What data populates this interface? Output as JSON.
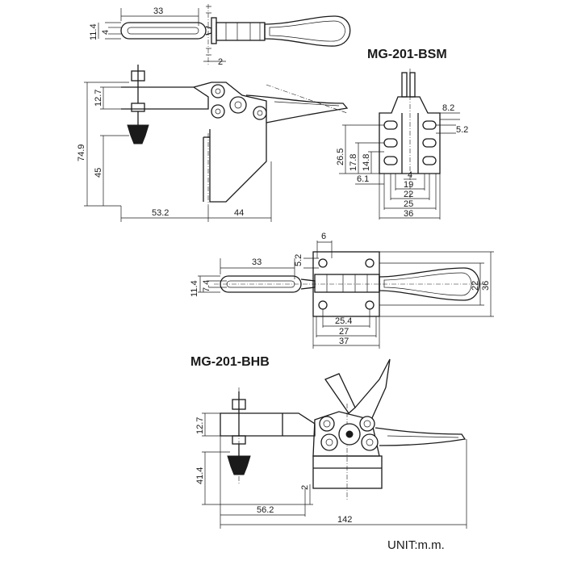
{
  "models": {
    "bsm": "MG-201-BSM",
    "bhb": "MG-201-BHB"
  },
  "unit": "UNIT:m.m.",
  "dims_bsm_top": {
    "d33": "33",
    "d11_4": "11.4",
    "d4": "4",
    "d2": "2"
  },
  "dims_bsm_side": {
    "d12_7": "12.7",
    "d74_9": "74.9",
    "d45": "45",
    "d53_2": "53.2",
    "d44": "44"
  },
  "dims_bsm_front": {
    "d8_2": "8.2",
    "d5_2": "5.2",
    "d26_5": "26.5",
    "d17_8": "17.8",
    "d14_8": "14.8",
    "d6_1": "6.1",
    "d4": "4",
    "d19": "19",
    "d22": "22",
    "d25": "25",
    "d36": "36"
  },
  "dims_bhb_top": {
    "d6": "6",
    "d33": "33",
    "d5_2": "5.2",
    "d11_4": "11.4",
    "d7_4": "7.4",
    "d22": "22",
    "d36": "36",
    "d25_4": "25.4",
    "d27": "27",
    "d37": "37"
  },
  "dims_bhb_side": {
    "d12_7": "12.7",
    "d41_4": "41.4",
    "d2": "2",
    "d56_2": "56.2",
    "d142": "142"
  }
}
